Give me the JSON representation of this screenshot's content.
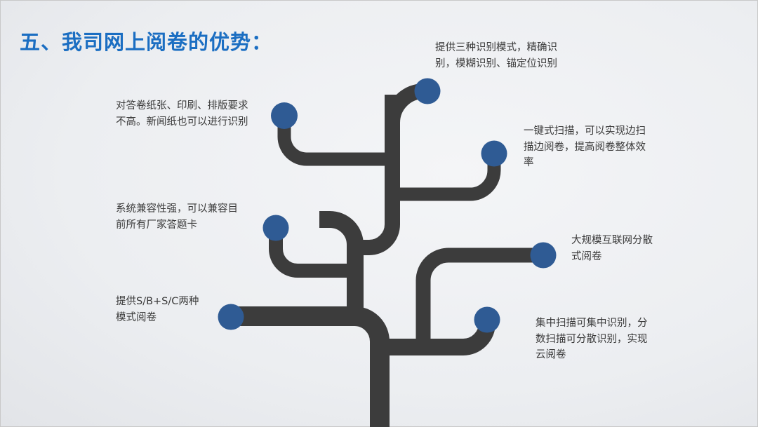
{
  "title": "五、我司网上阅卷的优势：",
  "colors": {
    "title": "#1b6ec2",
    "trunk": "#3c3c3c",
    "dot": "#2f5b94"
  },
  "notes": [
    {
      "id": "top",
      "lines": [
        "提供三种识别模式，精确识",
        "别，模糊识别、锚定位识别"
      ]
    },
    {
      "id": "left1",
      "lines": [
        "对答卷纸张、印刷、排版要求",
        "不高。新闻纸也可以进行识别"
      ]
    },
    {
      "id": "right1",
      "lines": [
        "一键式扫描，可以实现边扫",
        "描边阅卷，提高阅卷整体效",
        "率"
      ]
    },
    {
      "id": "left2",
      "lines": [
        "系统兼容性强，可以兼容目",
        "前所有厂家答题卡"
      ]
    },
    {
      "id": "right2",
      "lines": [
        "大规模互联网分散",
        "式阅卷"
      ]
    },
    {
      "id": "left3",
      "lines": [
        "提供S/B+S/C两种",
        "模式阅卷"
      ]
    },
    {
      "id": "right3",
      "lines": [
        "集中扫描可集中识别，分",
        "数扫描可分散识别，实现",
        "云阅卷"
      ]
    }
  ]
}
